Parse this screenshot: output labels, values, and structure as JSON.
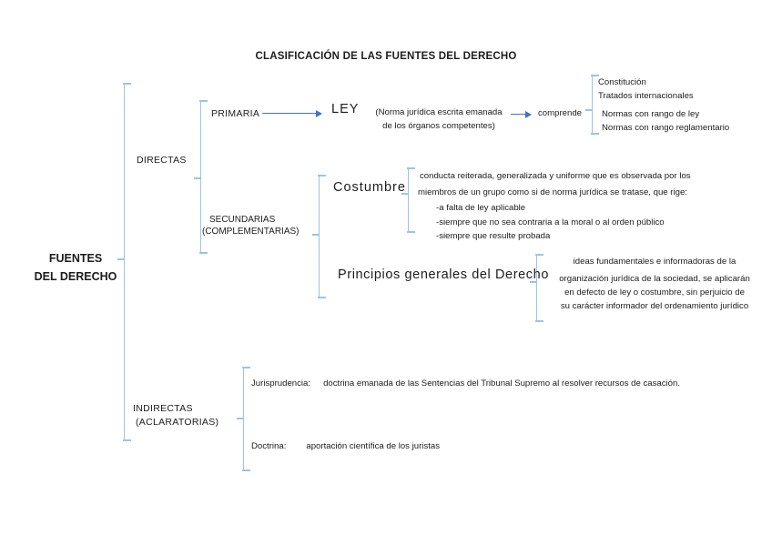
{
  "title": "CLASIFICACIÓN DE LAS FUENTES DEL DERECHO",
  "root": {
    "label_line1": "FUENTES",
    "label_line2": "DEL DERECHO"
  },
  "directas": {
    "label": "DIRECTAS",
    "primaria": {
      "label": "PRIMARIA",
      "ley": {
        "label": "LEY",
        "description_line1": "(Norma jurídica escrita emanada",
        "description_line2": "de los órganos competentes)",
        "connector": "comprende",
        "items": [
          "Constitución",
          "Tratados internacionales",
          "Normas con rango de ley",
          "Normas con rango reglamentario"
        ]
      }
    },
    "secundarias": {
      "label_line1": "SECUNDARIAS",
      "label_line2": "(COMPLEMENTARIAS)",
      "costumbre": {
        "label": "Costumbre",
        "description_line1": "conducta reiterada, generalizada y uniforme que es observada por los",
        "description_line2": "miembros de un grupo como si de norma jurídica se tratase, que rige:",
        "bullets": [
          "-a falta de ley aplicable",
          "-siempre que no sea contraria a la moral o al orden público",
          "-siempre que resulte probada"
        ]
      },
      "principios": {
        "label": "Principios generales del Derecho",
        "description_lines": [
          "ideas fundamentales e informadoras de la",
          "organización jurídica de la sociedad, se aplicarán",
          "en defecto de ley o costumbre, sin perjuicio de",
          "su carácter informador del ordenamiento jurídico"
        ]
      }
    }
  },
  "indirectas": {
    "label_line1": "INDIRECTAS",
    "label_line2": "(ACLARATORIAS)",
    "jurisprudencia": {
      "term": "Jurisprudencia:",
      "definition": "doctrina emanada de las Sentencias del Tribunal Supremo al resolver recursos de casación."
    },
    "doctrina": {
      "term": "Doctrina:",
      "definition": "aportación científica de los juristas"
    }
  },
  "colors": {
    "bracket": "#9DC3E6",
    "arrow": "#4472C4",
    "text": "#1c1c1c"
  }
}
